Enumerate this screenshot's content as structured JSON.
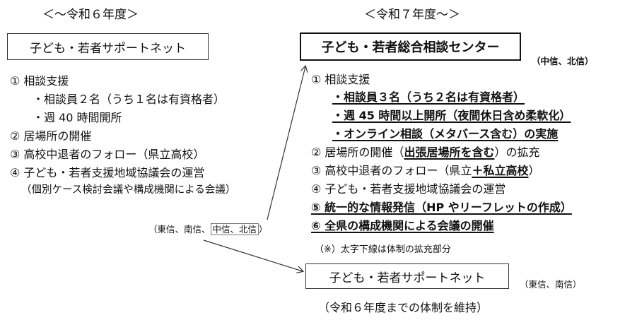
{
  "left": {
    "header": "＜～令和６年度＞",
    "box_title": "子ども・若者サポートネット",
    "items": [
      "①  相談支援",
      "・相談員２名（うち１名は有資格者）",
      "・週 40 時間開所",
      "②  居場所の開催",
      "③  高校中退者のフォロー（県立高校）",
      "④  子ども・若者支援地域協議会の運営",
      "（個別ケース検討会議や構成機関による会議）"
    ],
    "regions": {
      "open": "（東信、南信、",
      "boxed": "中信、北信",
      "close": "）"
    }
  },
  "right": {
    "header": "＜令和７年度～＞",
    "box_title": "子ども・若者総合相談センター",
    "box_regions": "（中信、北信）",
    "item1": "①  相談支援",
    "item1a": "・相談員３名（うち２名は有資格者）",
    "item1b": "・週 45 時間以上開所（夜間休日含め柔軟化）",
    "item1c": "・オンライン相談（メタバース含む）の実施",
    "item2_pre": "②  居場所の開催（",
    "item2_bold": "出張居場所を含む",
    "item2_post": "）の拡充",
    "item3_pre": "③  高校中退者のフォロー（県立",
    "item3_bold": "＋私立高校",
    "item3_post": "）",
    "item4": "④  子ども・若者支援地域協議会の運営",
    "item5": "⑤  統一的な情報発信（HP やリーフレットの作成）",
    "item6": "⑥  全県の構成機関による会議の開催",
    "note": "（※）太字下線は体制の拡充部分",
    "bottom_box": "子ども・若者サポートネット",
    "bottom_regions": "（東信、南信）",
    "bottom_caption": "（令和６年度までの体制を維持）"
  }
}
